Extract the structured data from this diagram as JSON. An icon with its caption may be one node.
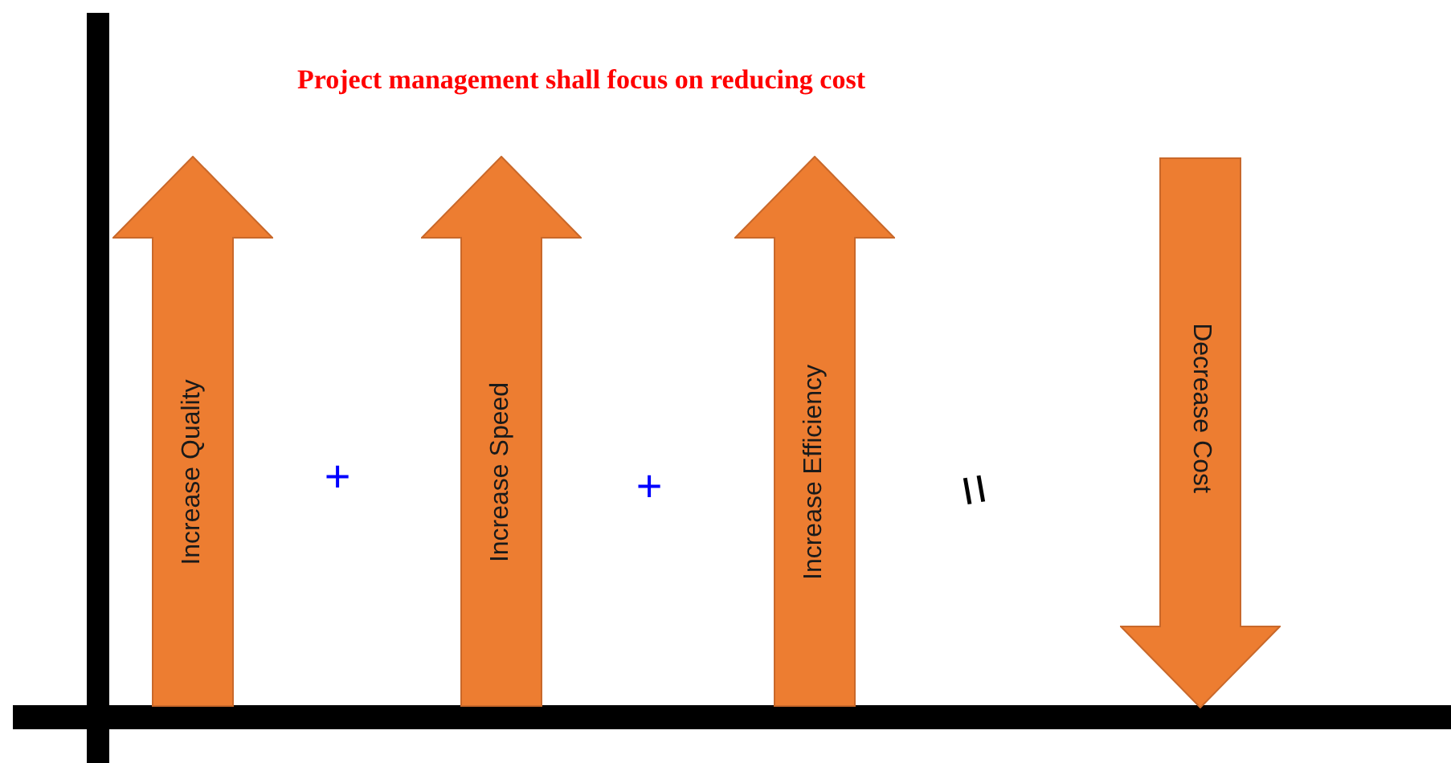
{
  "diagram": {
    "title": "Project management shall focus on reducing cost",
    "nodes": [
      {
        "text": [
          "Increase Quality"
        ]
      },
      {
        "text": [
          "Increase Speed"
        ]
      },
      {
        "text": [
          "Increase Efficiency"
        ]
      },
      {
        "text": [
          "Decrease Cost"
        ]
      }
    ],
    "labels": [
      "+",
      "+",
      "="
    ]
  }
}
